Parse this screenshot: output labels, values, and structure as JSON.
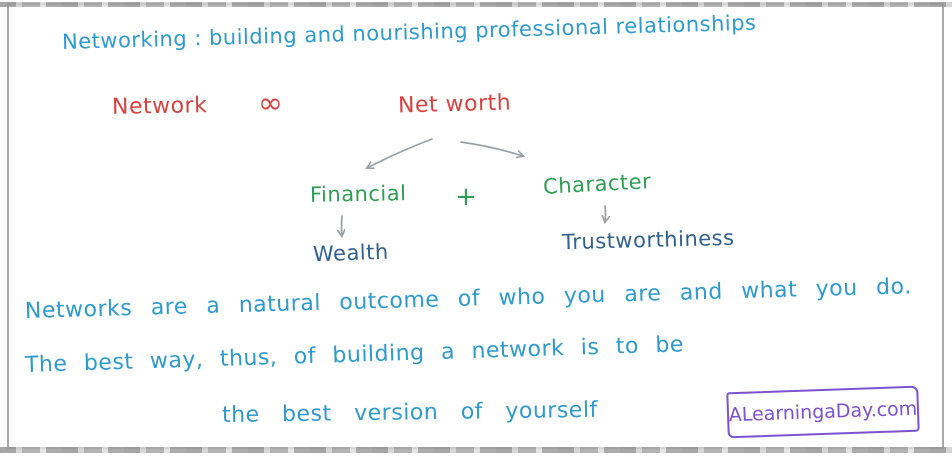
{
  "colors": {
    "ink_blue": "#2d9ad0",
    "ink_red": "#d8433f",
    "ink_green": "#2e9e54",
    "ink_navy": "#31618f",
    "ink_purple": "#7b52d3",
    "arrow_gray": "#9aa0a6",
    "frame_gray": "#a9a9a9"
  },
  "heading": {
    "text": "Networking : building and nourishing professional relationships"
  },
  "equation": {
    "left": "Network",
    "operator": "∞",
    "right": "Net worth"
  },
  "tree": {
    "left_branch": {
      "label": "Financial",
      "child": "Wealth"
    },
    "plus": "+",
    "right_branch": {
      "label": "Character",
      "child": "Trustworthiness"
    }
  },
  "paragraph": {
    "line1": "Networks are a natural outcome of who you are and what you do.",
    "line2": "The best way, thus, of building a network is to be",
    "line3": "the best version of yourself"
  },
  "watermark": {
    "text": "ALearningaDay.com"
  }
}
